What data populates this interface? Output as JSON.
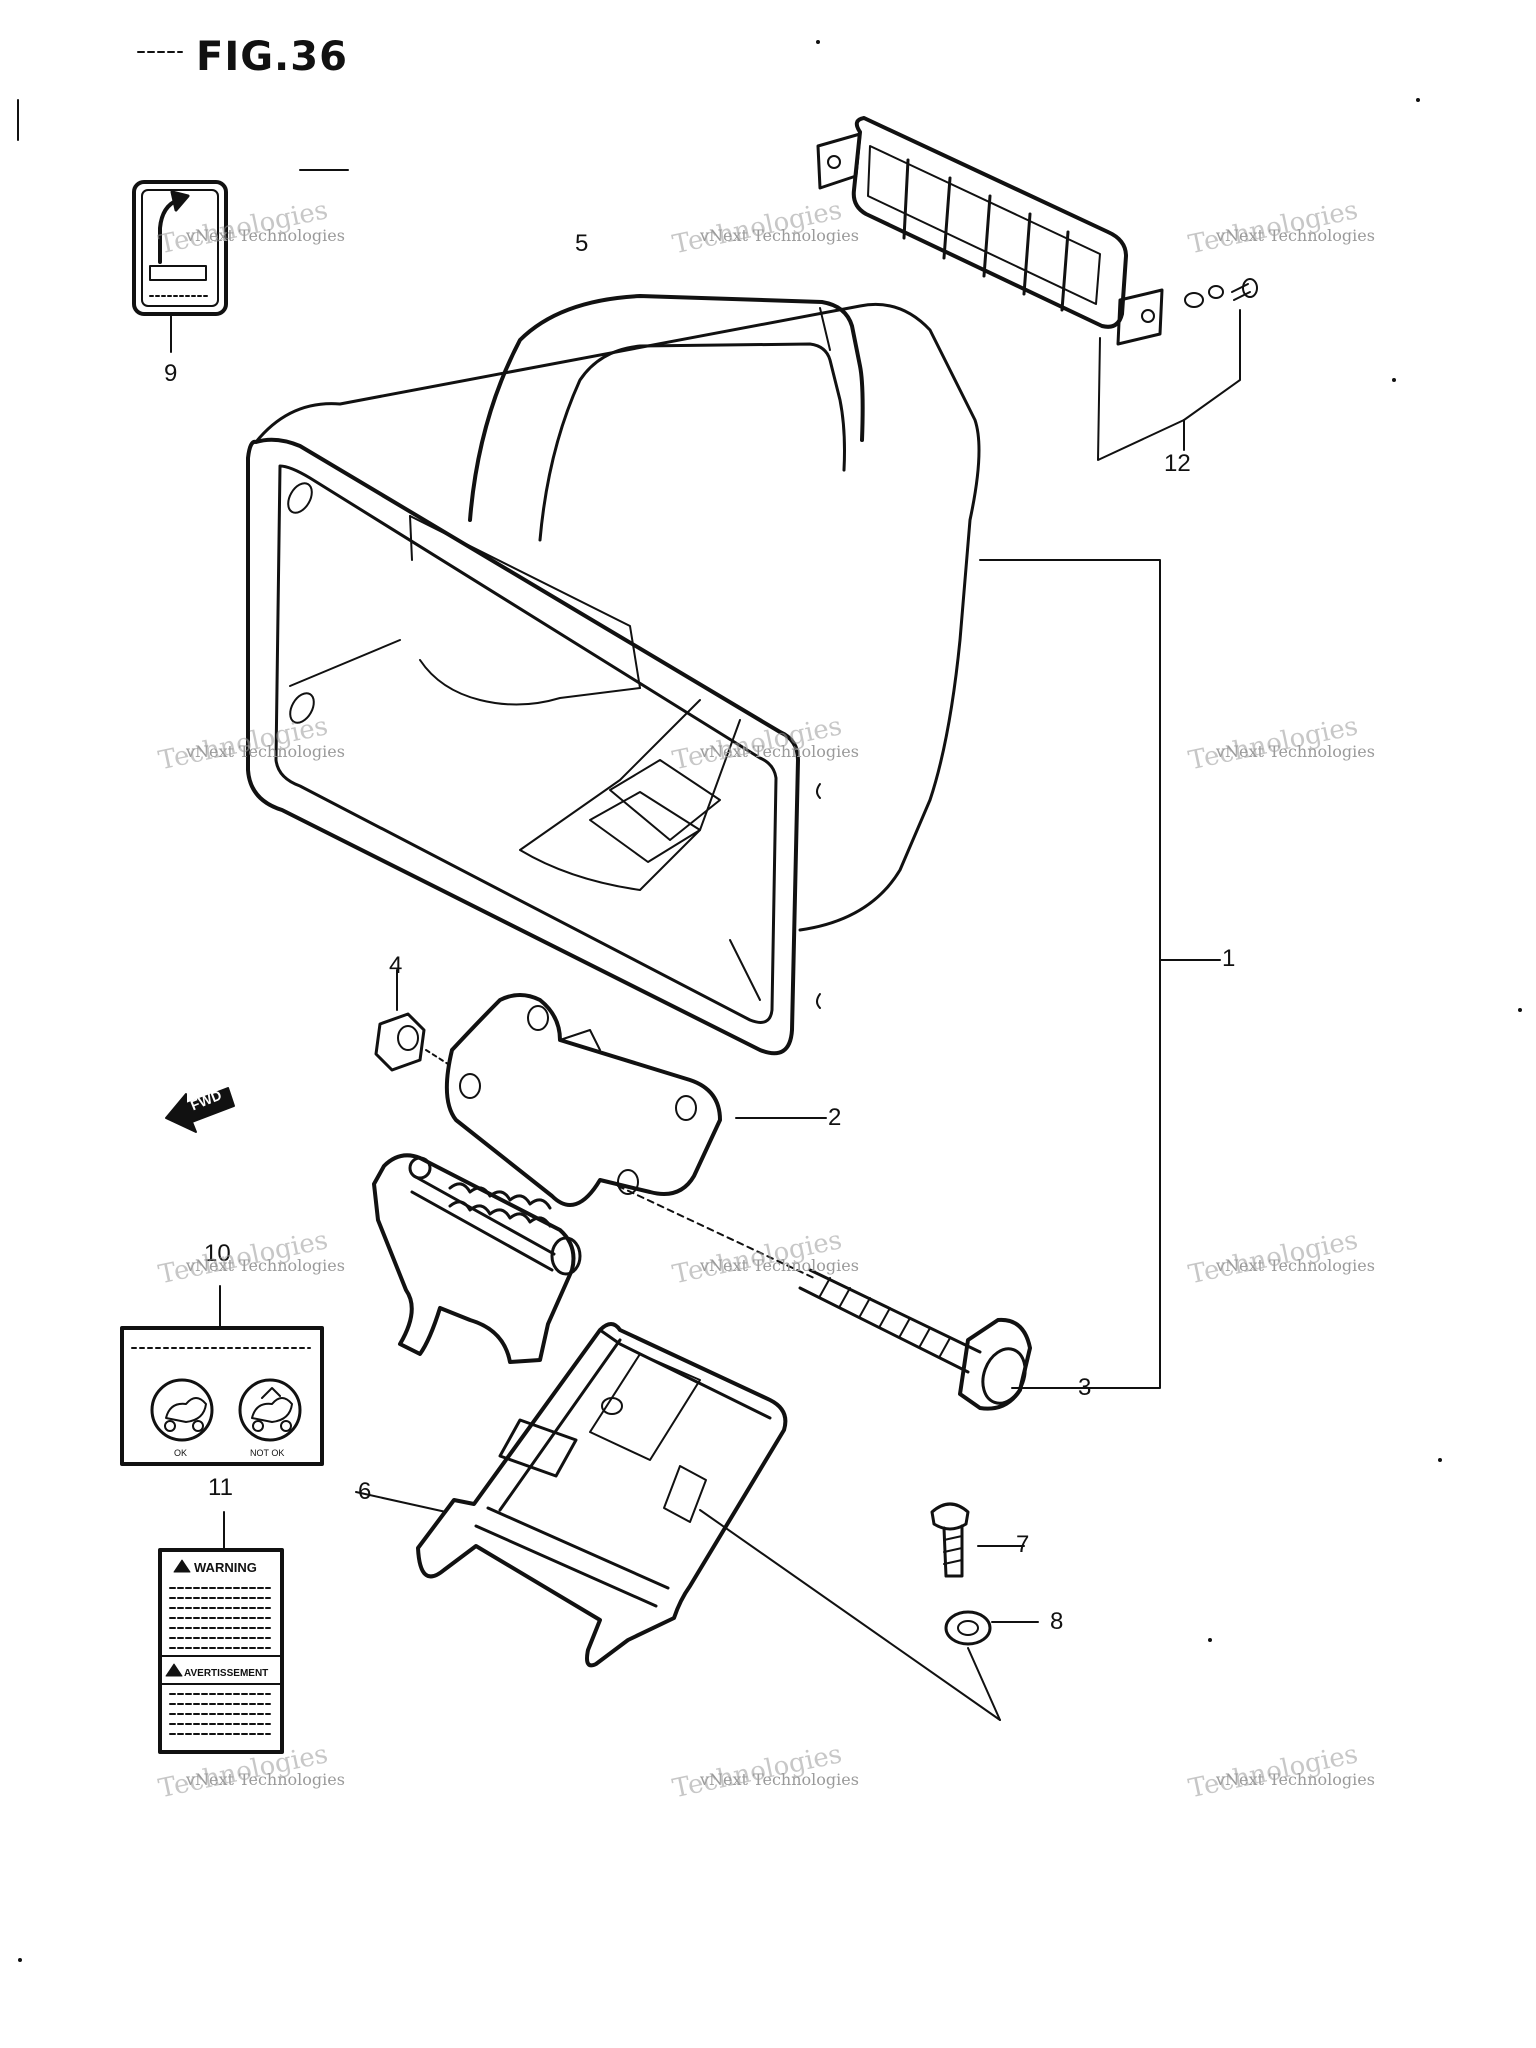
{
  "title": "FIG.36",
  "callouts": [
    {
      "num": "1",
      "name": "callout-1"
    },
    {
      "num": "2",
      "name": "callout-2"
    },
    {
      "num": "3",
      "name": "callout-3"
    },
    {
      "num": "4",
      "name": "callout-4"
    },
    {
      "num": "5",
      "name": "callout-5"
    },
    {
      "num": "6",
      "name": "callout-6"
    },
    {
      "num": "7",
      "name": "callout-7"
    },
    {
      "num": "8",
      "name": "callout-8"
    },
    {
      "num": "9",
      "name": "callout-9"
    },
    {
      "num": "10",
      "name": "callout-10"
    },
    {
      "num": "11",
      "name": "callout-11"
    },
    {
      "num": "12",
      "name": "callout-12"
    }
  ],
  "watermark": {
    "line1": "vNext Technologies",
    "line2": "Technologies"
  },
  "fwd_label": "FWD",
  "label11": {
    "warning": "WARNING",
    "avertissement": "AVERTISSEMENT"
  },
  "label10": {
    "ok": "OK",
    "not_ok": "NOT OK"
  },
  "colors": {
    "line": "#111111",
    "watermark": "#9a9a9a",
    "background": "#ffffff"
  }
}
